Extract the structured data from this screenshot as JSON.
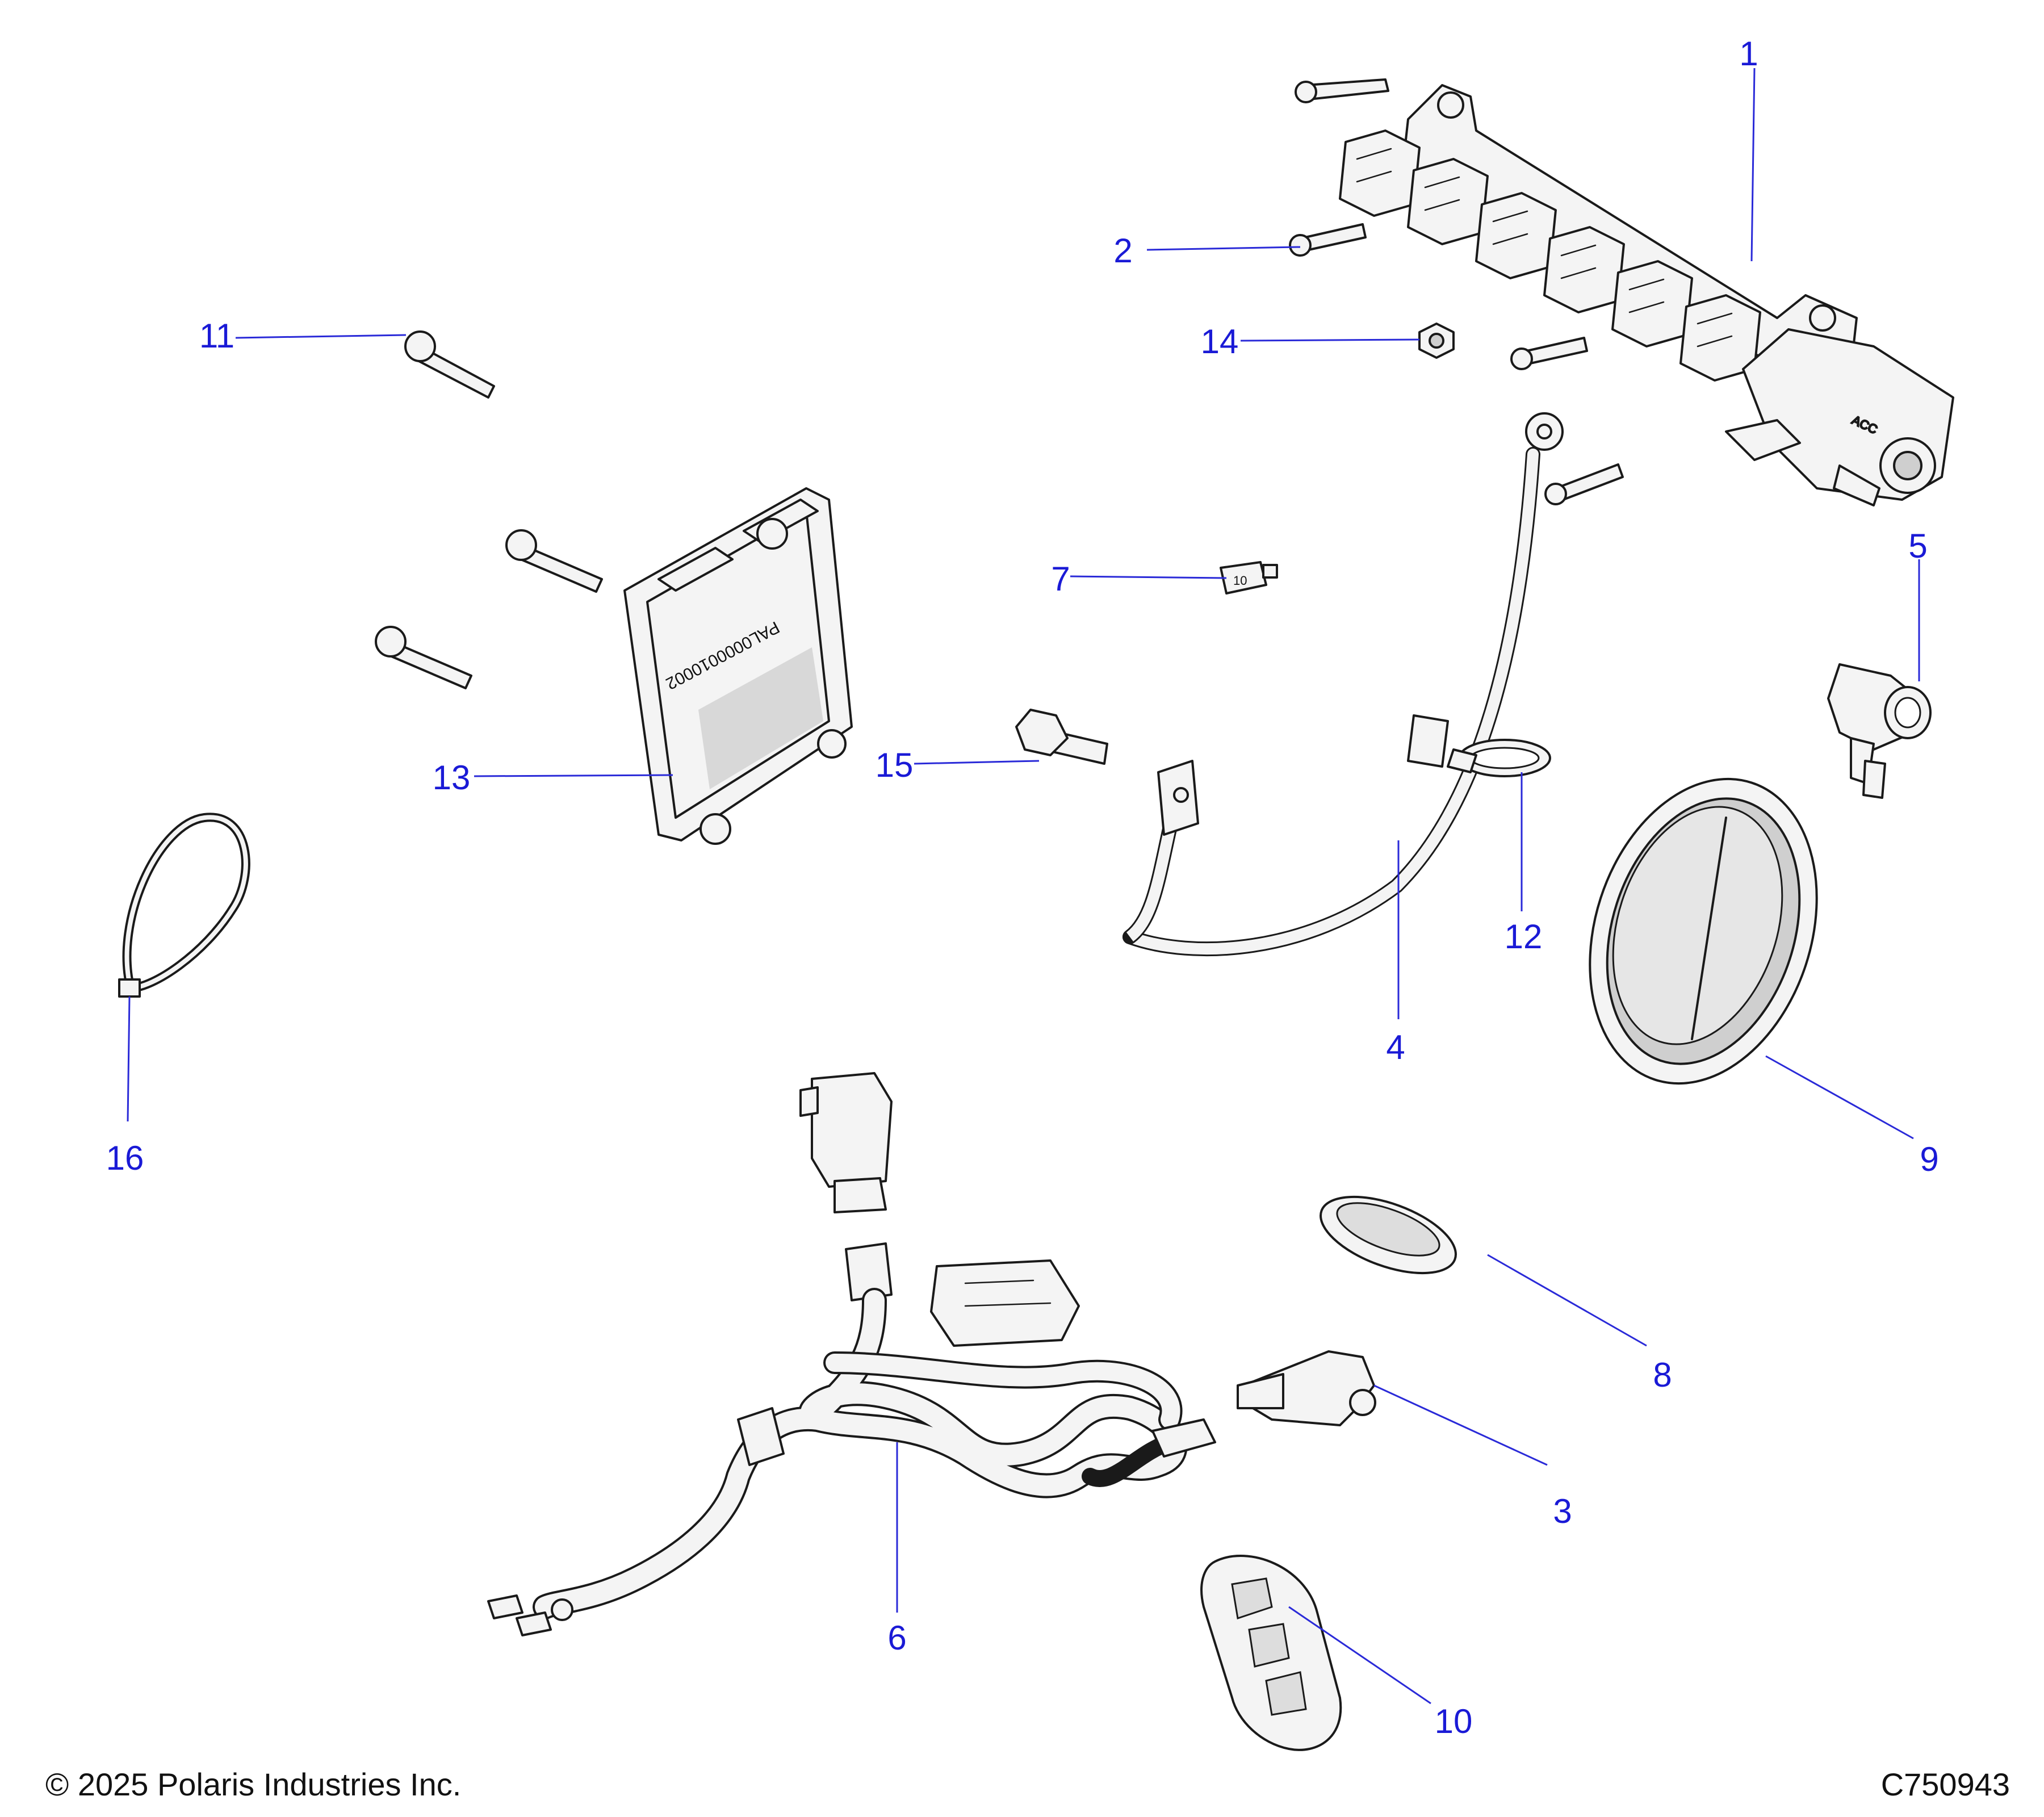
{
  "diagram": {
    "callouts": [
      "1",
      "2",
      "3",
      "4",
      "5",
      "6",
      "7",
      "8",
      "9",
      "10",
      "11",
      "12",
      "13",
      "14",
      "15",
      "16"
    ],
    "module_label": "PAL0000010002",
    "fuse_label": "10",
    "block_label": "ACC"
  },
  "footer": {
    "copyright": "© 2025 Polaris Industries Inc.",
    "drawing_number": "C750943"
  }
}
